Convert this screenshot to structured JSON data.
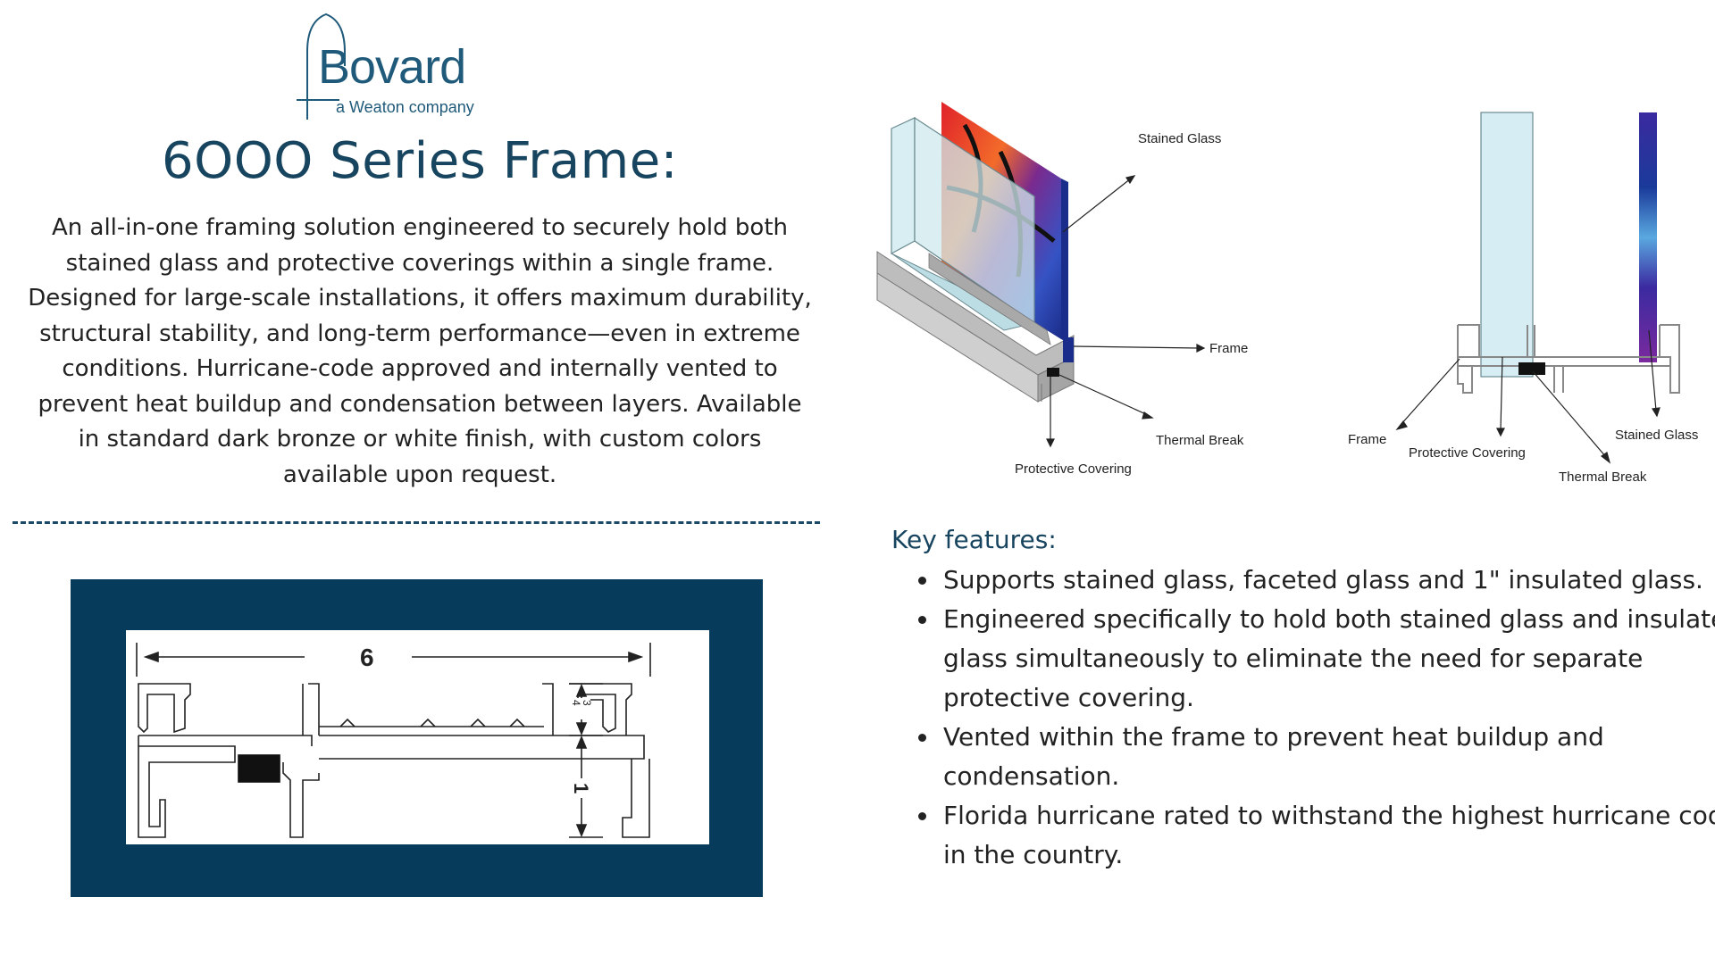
{
  "logo": {
    "name": "Bovard",
    "tagline": "a Weaton company"
  },
  "title": "6OOO Series Frame:",
  "description": "An all-in-one framing solution engineered to securely hold both stained glass and protective coverings within a single frame. Designed for large-scale installations, it offers maximum durability, structural stability, and long-term performance—even in extreme conditions. Hurricane-code approved and internally vented to prevent heat buildup and condensation between layers. Available in standard dark bronze or white finish, with custom colors available upon request.",
  "profile_drawing": {
    "width_label": "6",
    "height_top_label": {
      "numerator": "3",
      "denominator": "4"
    },
    "height_bottom_label": "1"
  },
  "diagram_3d": {
    "labels": {
      "stained_glass": "Stained Glass",
      "frame": "Frame",
      "thermal_break": "Thermal Break",
      "protective_covering": "Protective Covering"
    }
  },
  "diagram_section": {
    "labels": {
      "frame": "Frame",
      "protective_covering": "Protective Covering",
      "thermal_break": "Thermal Break",
      "stained_glass": "Stained Glass"
    }
  },
  "key_features": {
    "heading": "Key features:",
    "items": [
      "Supports stained glass, faceted glass and 1\" insulated glass.",
      "Engineered specifically to hold both stained glass and insulated glass simultaneously to eliminate the need for separate protective covering.",
      "Vented within the frame to prevent heat buildup and condensation.",
      "Florida hurricane rated to withstand the highest hurricane code in the country."
    ]
  },
  "colors": {
    "navy": "#063b5c",
    "title_blue": "#17445e",
    "logo_blue": "#1f5a7a"
  }
}
